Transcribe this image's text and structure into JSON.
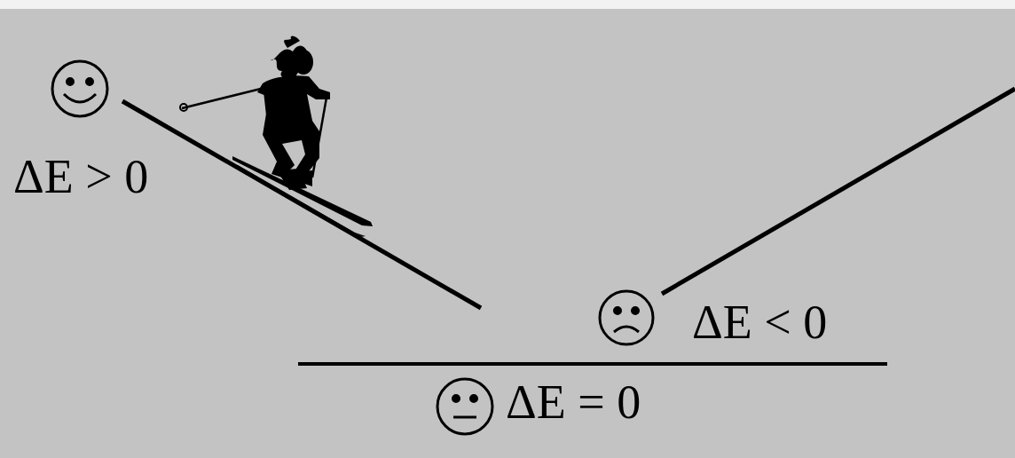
{
  "diagram": {
    "labels": [
      "ΔE > 0",
      "ΔE < 0",
      "ΔE = 0"
    ]
  }
}
